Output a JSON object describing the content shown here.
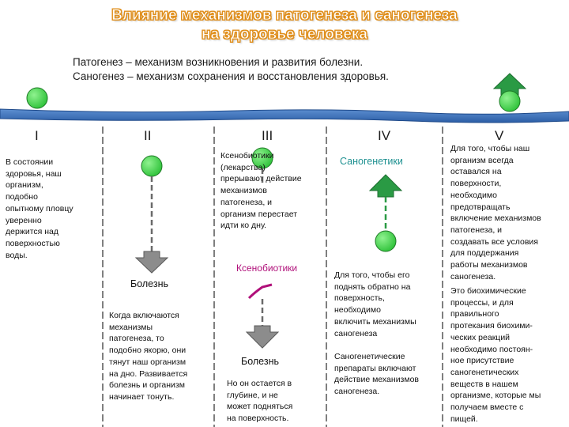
{
  "title": {
    "line1": "Влияние механизмов  патогенеза и саногенеза",
    "line2": "на здоровье человека"
  },
  "definitions": {
    "line1": "Патогенез – механизм возникновения и развития болезни.",
    "line2": "Саногенез – механизм сохранения и восстановления здоровья."
  },
  "columns": {
    "c1": "I",
    "c2": "II",
    "c3": "III",
    "c4": "IV",
    "c5": "V"
  },
  "col1_text": [
    "В состоянии",
    "здоровья, наш",
    "организм,",
    "подобно",
    "опытному пловцу",
    "уверенно",
    "держится над",
    "поверхностью",
    "воды."
  ],
  "col2_label": "Болезнь",
  "col2_text": [
    "Когда включаются",
    "механизмы",
    "патогенеза, то",
    "подобно якорю, они",
    "тянут наш организм",
    "на дно. Развивается",
    "болезнь и организм",
    "начинает тонуть."
  ],
  "col3_text": [
    "Ксенобиотики",
    "(лекарства)",
    "прерывают действие",
    "механизмов",
    "патогенеза, и",
    "организм перестает",
    "идти ко дну."
  ],
  "col3_xeno_label": "Ксенобиотики",
  "col3_label": "Болезнь",
  "col3_bottom": [
    "Но он остается в",
    "глубине, и не",
    "может подняться",
    "на поверхность."
  ],
  "col4_label": "Саногенетики",
  "col4_text1": [
    "Для того, чтобы его",
    "поднять обратно на",
    "поверхность,",
    "необходимо",
    "включить механизмы",
    "саногенеза"
  ],
  "col4_text2": [
    "Саногенетические",
    "препараты включают",
    "действие механизмов",
    "саногенеза."
  ],
  "col5_text1": [
    "Для того, чтобы наш",
    "организм всегда",
    "оставался на",
    "поверхности,",
    "необходимо",
    "предотвращать",
    "включение механизмов",
    "патогенеза, и",
    "создавать все условия",
    "для поддержания",
    "работы механизмов",
    "саногенеза."
  ],
  "col5_text2": [
    "Это биохимические",
    "процессы, и для",
    "правильного",
    "протекания биохими-",
    "ческих реакций",
    "необходимо постоян-",
    "ное присутствие",
    "саногенетических",
    "веществ в нашем",
    "организме, которые мы",
    "получаем вместе с",
    "пищей."
  ],
  "colors": {
    "water": "#3a6fb5",
    "circle": "#3fd24a",
    "arrow_green": "#2a9a44",
    "arrow_gray": "#8c8c8c",
    "title_outline": "#e08f1c",
    "teal": "#1f9191",
    "magenta": "#b0107a"
  }
}
